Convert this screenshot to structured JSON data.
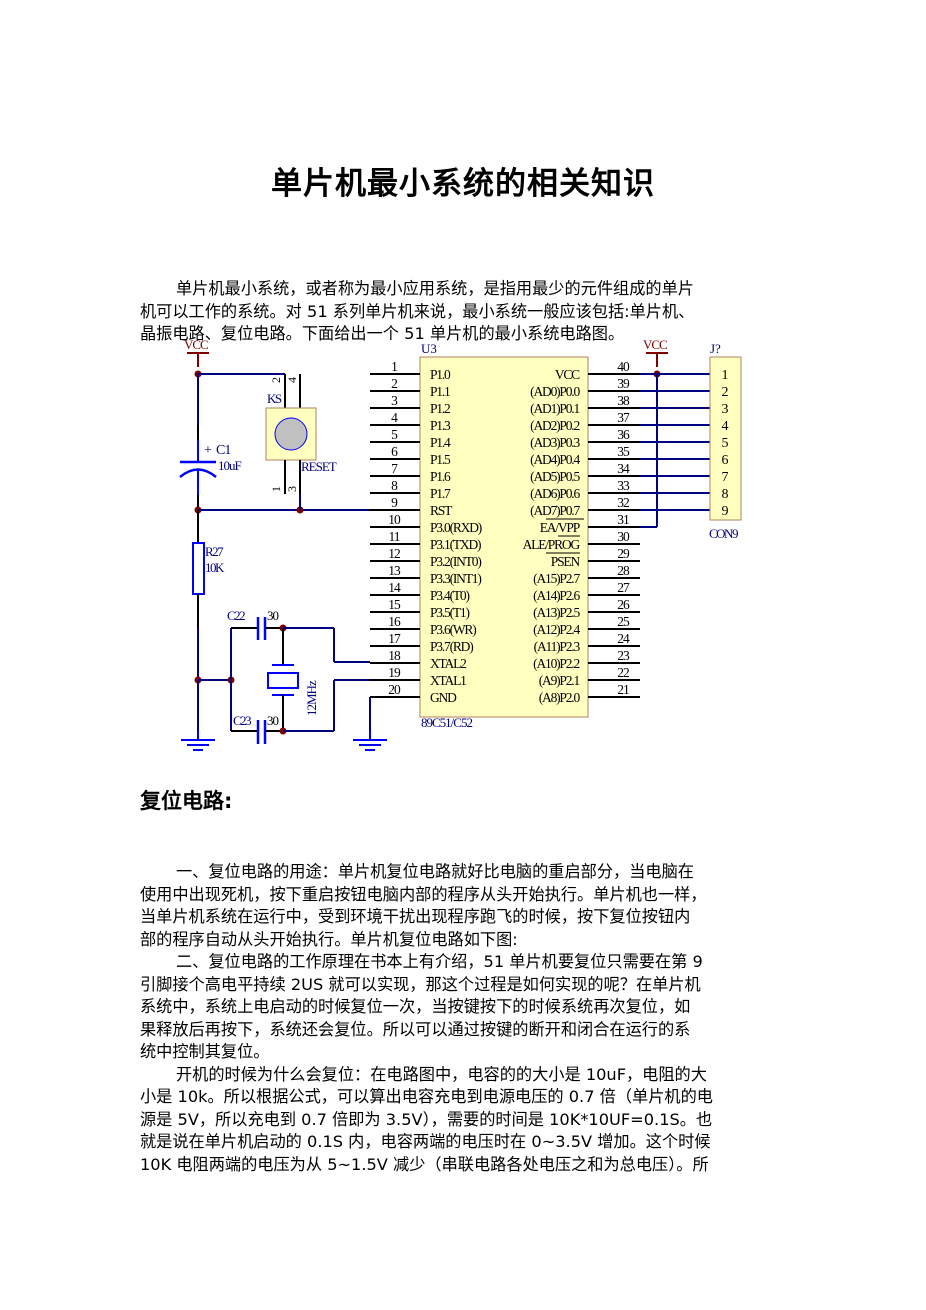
{
  "document": {
    "title": "单片机最小系统的相关知识",
    "intro_lines": [
      "单片机最小系统，或者称为最小应用系统，是指用最少的元件组成的单片",
      "机可以工作的系统。对 51 系列单片机来说，最小系统一般应该包括:单片机、",
      "晶振电路、复位电路。下面给出一个 51 单片机的最小系统电路图。"
    ],
    "section_heading": "复位电路:",
    "section_lines": [
      "一、复位电路的用途：单片机复位电路就好比电脑的重启部分，当电脑在",
      "使用中出现死机，按下重启按钮电脑内部的程序从头开始执行。单片机也一样，",
      "当单片机系统在运行中，受到环境干扰出现程序跑飞的时候，按下复位按钮内",
      "部的程序自动从头开始执行。单片机复位电路如下图:",
      "二、复位电路的工作原理在书本上有介绍，51 单片机要复位只需要在第 9",
      "引脚接个高电平持续 2US 就可以实现，那这个过程是如何实现的呢？在单片机",
      "系统中，系统上电启动的时候复位一次，当按键按下的时候系统再次复位，如",
      "果释放后再按下，系统还会复位。所以可以通过按键的断开和闭合在运行的系",
      "统中控制其复位。",
      "开机的时候为什么会复位：在电路图中，电容的的大小是 10uF，电阻的大",
      "小是 10k。所以根据公式，可以算出电容充电到电源电压的 0.7 倍（单片机的电",
      "源是 5V，所以充电到 0.7 倍即为 3.5V），需要的时间是 10K*10UF=0.1S。也",
      "就是说在单片机启动的 0.1S 内，电容两端的电压时在 0~3.5V 增加。这个时候",
      "10K 电阻两端的电压为从 5~1.5V 减少（串联电路各处电压之和为总电压）。所"
    ],
    "indented_line_indices": [
      0,
      4,
      9
    ]
  },
  "schematic": {
    "colors": {
      "wire": "#000080",
      "pin": "#000000",
      "power": "#800000",
      "junction": "#800000",
      "component": "#0000ff",
      "chip_fill": "#ffffc0",
      "chip_border": "#b08060",
      "label_blue": "#000080",
      "button_fill": "#c0c0c0"
    },
    "power_labels": {
      "vcc_left": "VCC",
      "vcc_right": "VCC"
    },
    "reset_button": {
      "ref": "KS",
      "net": "RESET",
      "pins": [
        "2",
        "4",
        "1",
        "3"
      ]
    },
    "capacitor_c1": {
      "ref": "C1",
      "value": "10uF",
      "polarity": "+"
    },
    "resistor_r27": {
      "ref": "R27",
      "value": "10K"
    },
    "cap_c22": {
      "ref": "C22",
      "value": "30"
    },
    "cap_c23": {
      "ref": "C23",
      "value": "30"
    },
    "crystal": {
      "value": "12MHz"
    },
    "chip": {
      "ref": "U3",
      "part": "89C51/C52",
      "left_pins": [
        {
          "num": "1",
          "name": "P1.0"
        },
        {
          "num": "2",
          "name": "P1.1"
        },
        {
          "num": "3",
          "name": "P1.2"
        },
        {
          "num": "4",
          "name": "P1.3"
        },
        {
          "num": "5",
          "name": "P1.4"
        },
        {
          "num": "6",
          "name": "P1.5"
        },
        {
          "num": "7",
          "name": "P1.6"
        },
        {
          "num": "8",
          "name": "P1.7"
        },
        {
          "num": "9",
          "name": "RST"
        },
        {
          "num": "10",
          "name": "P3.0(RXD)"
        },
        {
          "num": "11",
          "name": "P3.1(TXD)"
        },
        {
          "num": "12",
          "name": "P3.2(INT0)"
        },
        {
          "num": "13",
          "name": "P3.3(INT1)"
        },
        {
          "num": "14",
          "name": "P3.4(T0)"
        },
        {
          "num": "15",
          "name": "P3.5(T1)"
        },
        {
          "num": "16",
          "name": "P3.6(WR)"
        },
        {
          "num": "17",
          "name": "P3.7(RD)"
        },
        {
          "num": "18",
          "name": "XTAL2"
        },
        {
          "num": "19",
          "name": "XTAL1"
        },
        {
          "num": "20",
          "name": "GND"
        }
      ],
      "right_pins": [
        {
          "num": "40",
          "name": "VCC"
        },
        {
          "num": "39",
          "name": "(AD0)P0.0"
        },
        {
          "num": "38",
          "name": "(AD1)P0.1"
        },
        {
          "num": "37",
          "name": "(AD2)P0.2"
        },
        {
          "num": "36",
          "name": "(AD3)P0.3"
        },
        {
          "num": "35",
          "name": "(AD4)P0.4"
        },
        {
          "num": "34",
          "name": "(AD5)P0.5"
        },
        {
          "num": "33",
          "name": "(AD6)P0.6"
        },
        {
          "num": "32",
          "name": "(AD7)P0.7"
        },
        {
          "num": "31",
          "name": "EA/VPP"
        },
        {
          "num": "30",
          "name": "ALE/PROG"
        },
        {
          "num": "29",
          "name": "PSEN"
        },
        {
          "num": "28",
          "name": "(A15)P2.7"
        },
        {
          "num": "27",
          "name": "(A14)P2.6"
        },
        {
          "num": "26",
          "name": "(A13)P2.5"
        },
        {
          "num": "25",
          "name": "(A12)P2.4"
        },
        {
          "num": "24",
          "name": "(A11)P2.3"
        },
        {
          "num": "23",
          "name": "(A10)P2.2"
        },
        {
          "num": "22",
          "name": "(A9)P2.1"
        },
        {
          "num": "21",
          "name": "(A8)P2.0"
        }
      ]
    },
    "connector": {
      "ref": "J?",
      "part": "CON9",
      "pins": [
        "1",
        "2",
        "3",
        "4",
        "5",
        "6",
        "7",
        "8",
        "9"
      ]
    }
  }
}
